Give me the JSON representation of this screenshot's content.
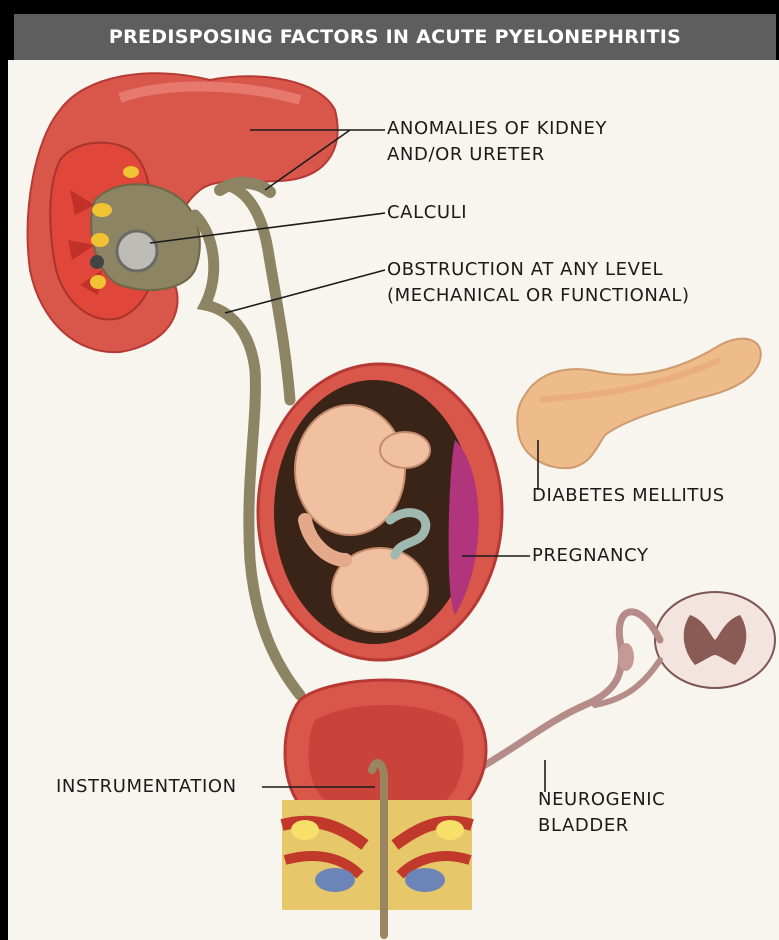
{
  "header": {
    "title": "PREDISPOSING FACTORS IN ACUTE PYELONEPHRITIS"
  },
  "labels": {
    "anomalies_line1": "ANOMALIES OF KIDNEY",
    "anomalies_line2": "AND/OR URETER",
    "calculi": "CALCULI",
    "obstruction_line1": "OBSTRUCTION AT ANY LEVEL",
    "obstruction_line2": "(MECHANICAL OR FUNCTIONAL)",
    "diabetes": "DIABETES MELLITUS",
    "pregnancy": "PREGNANCY",
    "instrumentation": "INSTRUMENTATION",
    "neurogenic_line1": "NEUROGENIC",
    "neurogenic_line2": "BLADDER"
  }
}
